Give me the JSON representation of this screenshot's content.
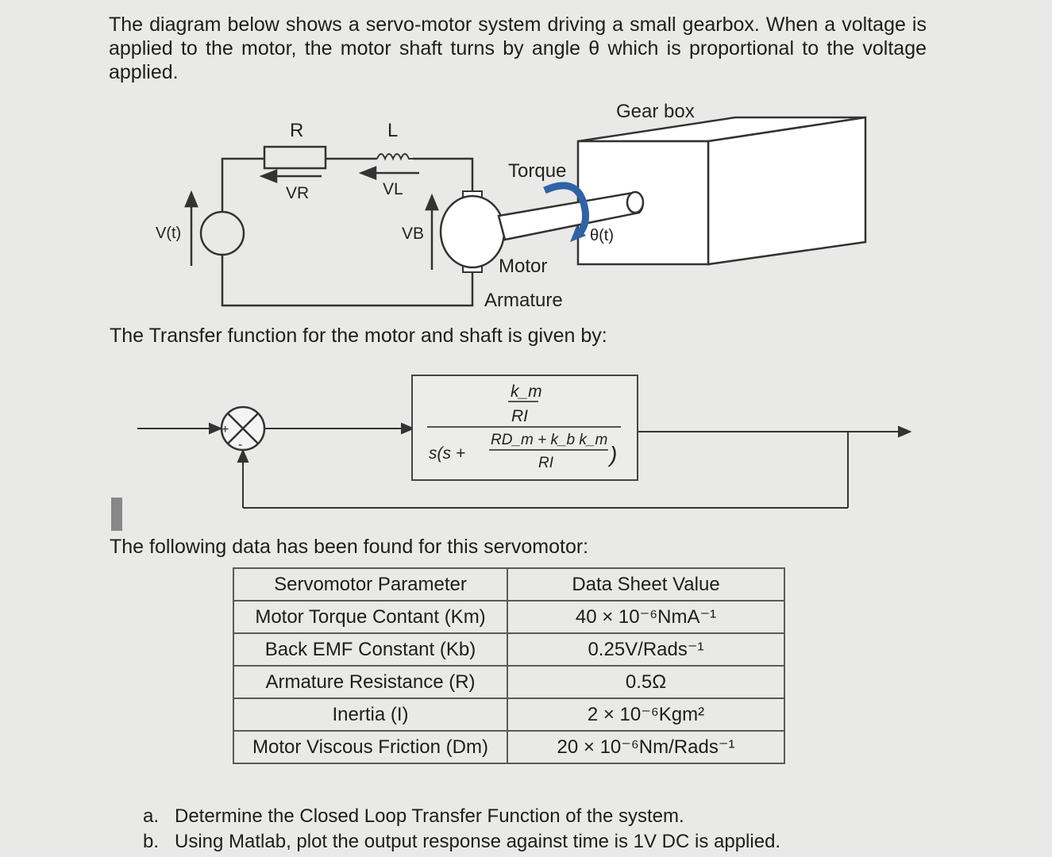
{
  "intro": "The diagram below shows a servo-motor system driving a small gearbox. When a voltage is applied to the motor, the motor shaft turns by angle θ which is proportional to the voltage applied.",
  "circuit": {
    "r_label": "R",
    "l_label": "L",
    "vr_label": "VR",
    "vl_label": "VL",
    "vt_label": "V(t)",
    "vb_label": "VB",
    "torque_label": "Torque",
    "gearbox_label": "Gear box",
    "theta_label": "θ(t)",
    "motor_label": "Motor",
    "armature_label": "Armature"
  },
  "tf_intro": "The Transfer function for the motor and shaft is given by:",
  "block": {
    "num_top": "k_m",
    "num_bottom": "RI",
    "den_prefix": "s(s +",
    "den_num": "RD_m + k_b k_m",
    "den_den": "RI",
    "den_suffix": ")"
  },
  "data_intro": "The following data has been found for this servomotor:",
  "table": {
    "headers": [
      "Servomotor Parameter",
      "Data Sheet Value"
    ],
    "rows": [
      [
        "Motor Torque Contant (Km)",
        "40 × 10⁻⁶NmA⁻¹"
      ],
      [
        "Back EMF Constant (Kb)",
        "0.25V/Rads⁻¹"
      ],
      [
        "Armature Resistance (R)",
        "0.5Ω"
      ],
      [
        "Inertia (I)",
        "2 × 10⁻⁶Kgm²"
      ],
      [
        "Motor Viscous Friction (Dm)",
        "20 × 10⁻⁶Nm/Rads⁻¹"
      ]
    ]
  },
  "questions": [
    {
      "label": "a.",
      "text": "Determine the Closed Loop Transfer Function of the system."
    },
    {
      "label": "b.",
      "text": "Using Matlab, plot the output response against time is 1V DC is applied."
    }
  ]
}
